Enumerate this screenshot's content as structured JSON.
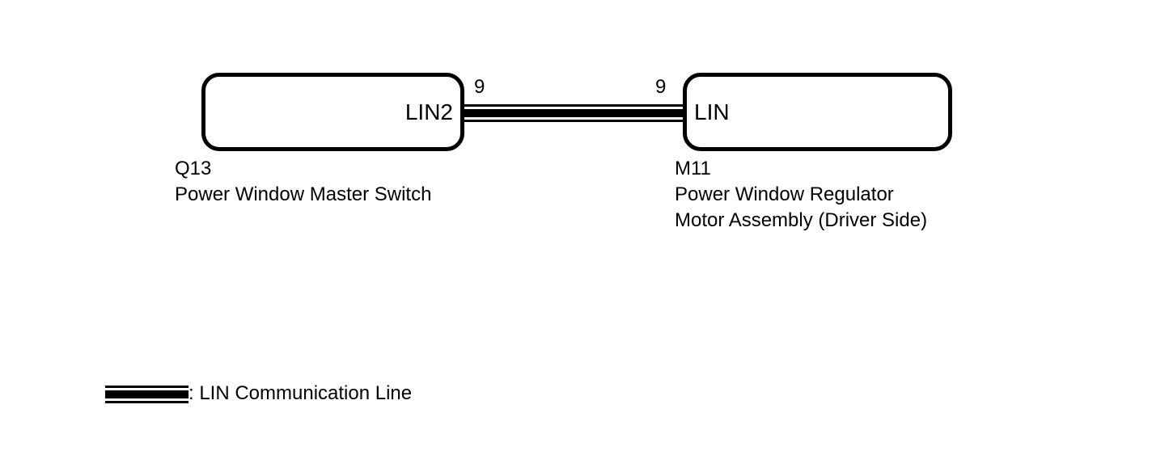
{
  "diagram": {
    "colors": {
      "foreground": "#000000",
      "background": "#ffffff"
    },
    "left_component": {
      "code": "Q13",
      "name": "Power Window Master Switch",
      "pin_name": "LIN2",
      "pin_number": "9"
    },
    "right_component": {
      "code": "M11",
      "name_line1": "Power Window Regulator",
      "name_line2": "Motor Assembly (Driver Side)",
      "pin_name": "LIN",
      "pin_number": "9"
    },
    "connection": {
      "type": "LIN Communication Line"
    },
    "legend": {
      "label": ": LIN Communication Line"
    }
  }
}
